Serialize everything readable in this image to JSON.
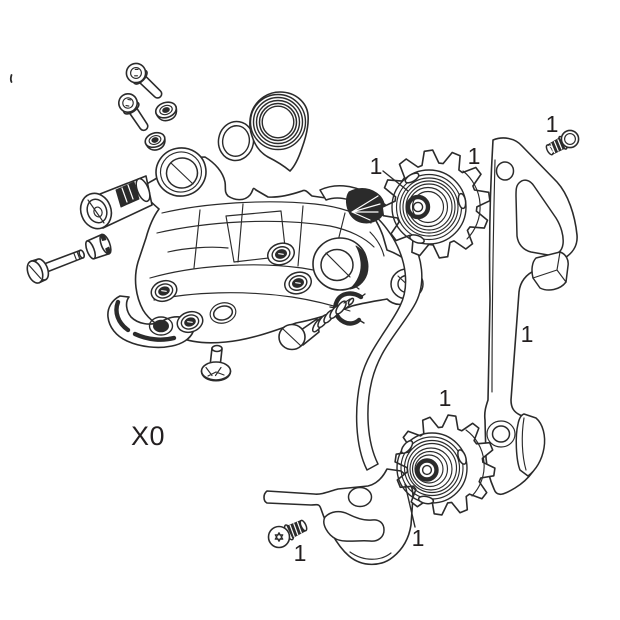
{
  "diagram": {
    "product_label": "X0",
    "background_color": "#ffffff",
    "line_color": "#2b2b2b",
    "text_color": "#231f20",
    "callouts": [
      {
        "part": "upper-pulley",
        "text": "1",
        "has_leader": true
      },
      {
        "part": "upper-pulley-assembly",
        "text": "1",
        "has_leader": false
      },
      {
        "part": "outer-cage-bolt",
        "text": "1",
        "has_leader": false
      },
      {
        "part": "outer-cage-plate",
        "text": "1",
        "has_leader": false
      },
      {
        "part": "lower-pulley-assembly",
        "text": "1",
        "has_leader": false
      },
      {
        "part": "lower-pulley",
        "text": "1",
        "has_leader": true
      },
      {
        "part": "inner-cage-bolt",
        "text": "1",
        "has_leader": false
      }
    ]
  }
}
